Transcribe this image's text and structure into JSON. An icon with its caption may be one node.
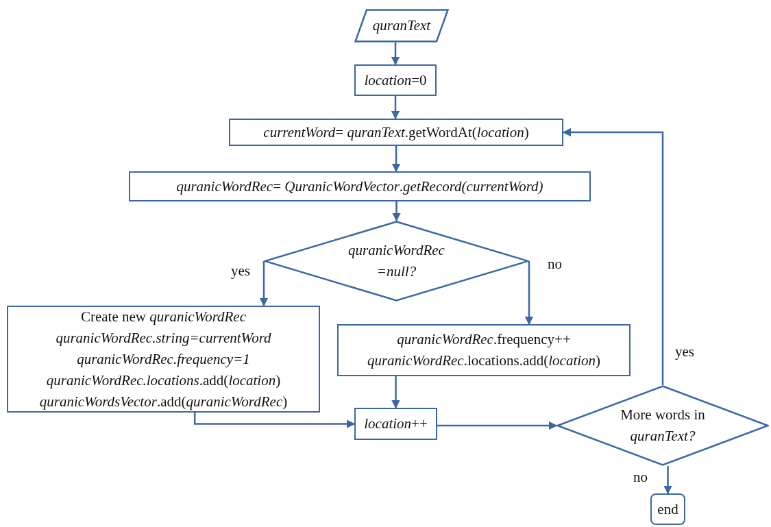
{
  "diagram": {
    "nodes": [
      {
        "text": [
          "quranText"
        ]
      },
      {
        "text": [
          "*location*=0"
        ]
      },
      {
        "text": [
          "*currentWord*= *quranText*.getWordAt(*location*)"
        ]
      },
      {
        "text": [
          "*quranicWordRec*= *QuranicWordVector*.*getRecord(currentWord)*"
        ]
      },
      {
        "text": [
          "quranicWordRec =null?"
        ]
      },
      {
        "text": [
          "Create new *quranicWordRec*",
          "*quranicWordRec.string=currentWord*",
          "*quranicWordRec.frequency=1*",
          "*quranicWordRec.locations*.add(*location*)",
          "*quranicWordsVector*.add(*quranicWordRec*)"
        ]
      },
      {
        "text": [
          "*quranicWordRec*.frequency++",
          "*quranicWordRec*.locations.add(*location*)"
        ]
      },
      {
        "text": [
          "*location*++"
        ]
      },
      {
        "text": [
          "More words in *quranText?*"
        ]
      },
      {
        "text": [
          "end"
        ]
      }
    ],
    "edges": [
      {
        "from": 0,
        "to": 1,
        "arrow": "to"
      },
      {
        "from": 1,
        "to": 2,
        "arrow": "to"
      },
      {
        "from": 2,
        "to": 3,
        "arrow": "to"
      },
      {
        "from": 3,
        "to": 4,
        "arrow": "to"
      },
      {
        "from": 4,
        "to": 5,
        "arrow": "to",
        "label": "yes"
      },
      {
        "from": 4,
        "to": 6,
        "arrow": "to",
        "label": "no"
      },
      {
        "from": 5,
        "to": 7,
        "arrow": "to"
      },
      {
        "from": 6,
        "to": 7,
        "arrow": "to"
      },
      {
        "from": 7,
        "to": 8,
        "arrow": "to"
      },
      {
        "from": 8,
        "to": 2,
        "arrow": "to",
        "label": "yes"
      },
      {
        "from": 8,
        "to": 9,
        "arrow": "to",
        "label": "no"
      }
    ]
  }
}
